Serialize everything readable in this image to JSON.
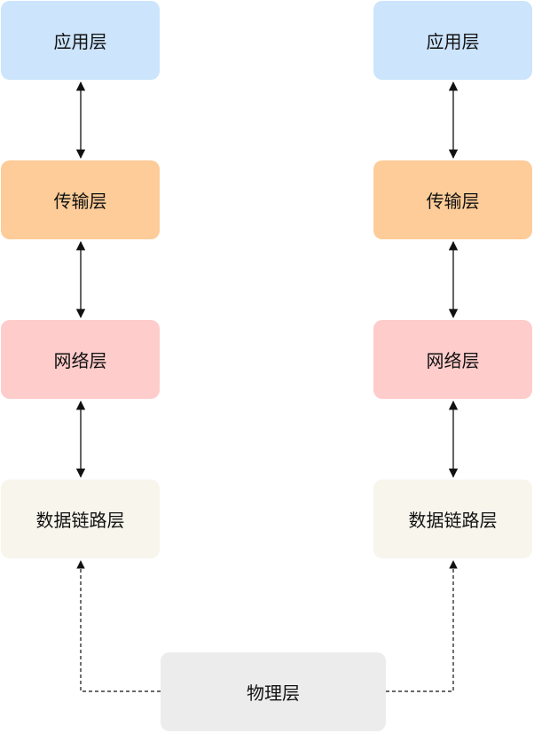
{
  "diagram": {
    "left_stack": [
      {
        "label": "应用层",
        "color": "#cce4fc"
      },
      {
        "label": "传输层",
        "color": "#fdcc98"
      },
      {
        "label": "网络层",
        "color": "#fecccb"
      },
      {
        "label": "数据链路层",
        "color": "#f8f5ec"
      }
    ],
    "right_stack": [
      {
        "label": "应用层",
        "color": "#cce4fc"
      },
      {
        "label": "传输层",
        "color": "#fdcc98"
      },
      {
        "label": "网络层",
        "color": "#fecccb"
      },
      {
        "label": "数据链路层",
        "color": "#f8f5ec"
      }
    ],
    "physical": {
      "label": "物理层",
      "color": "#ececec"
    },
    "connector_color": "#111111"
  }
}
